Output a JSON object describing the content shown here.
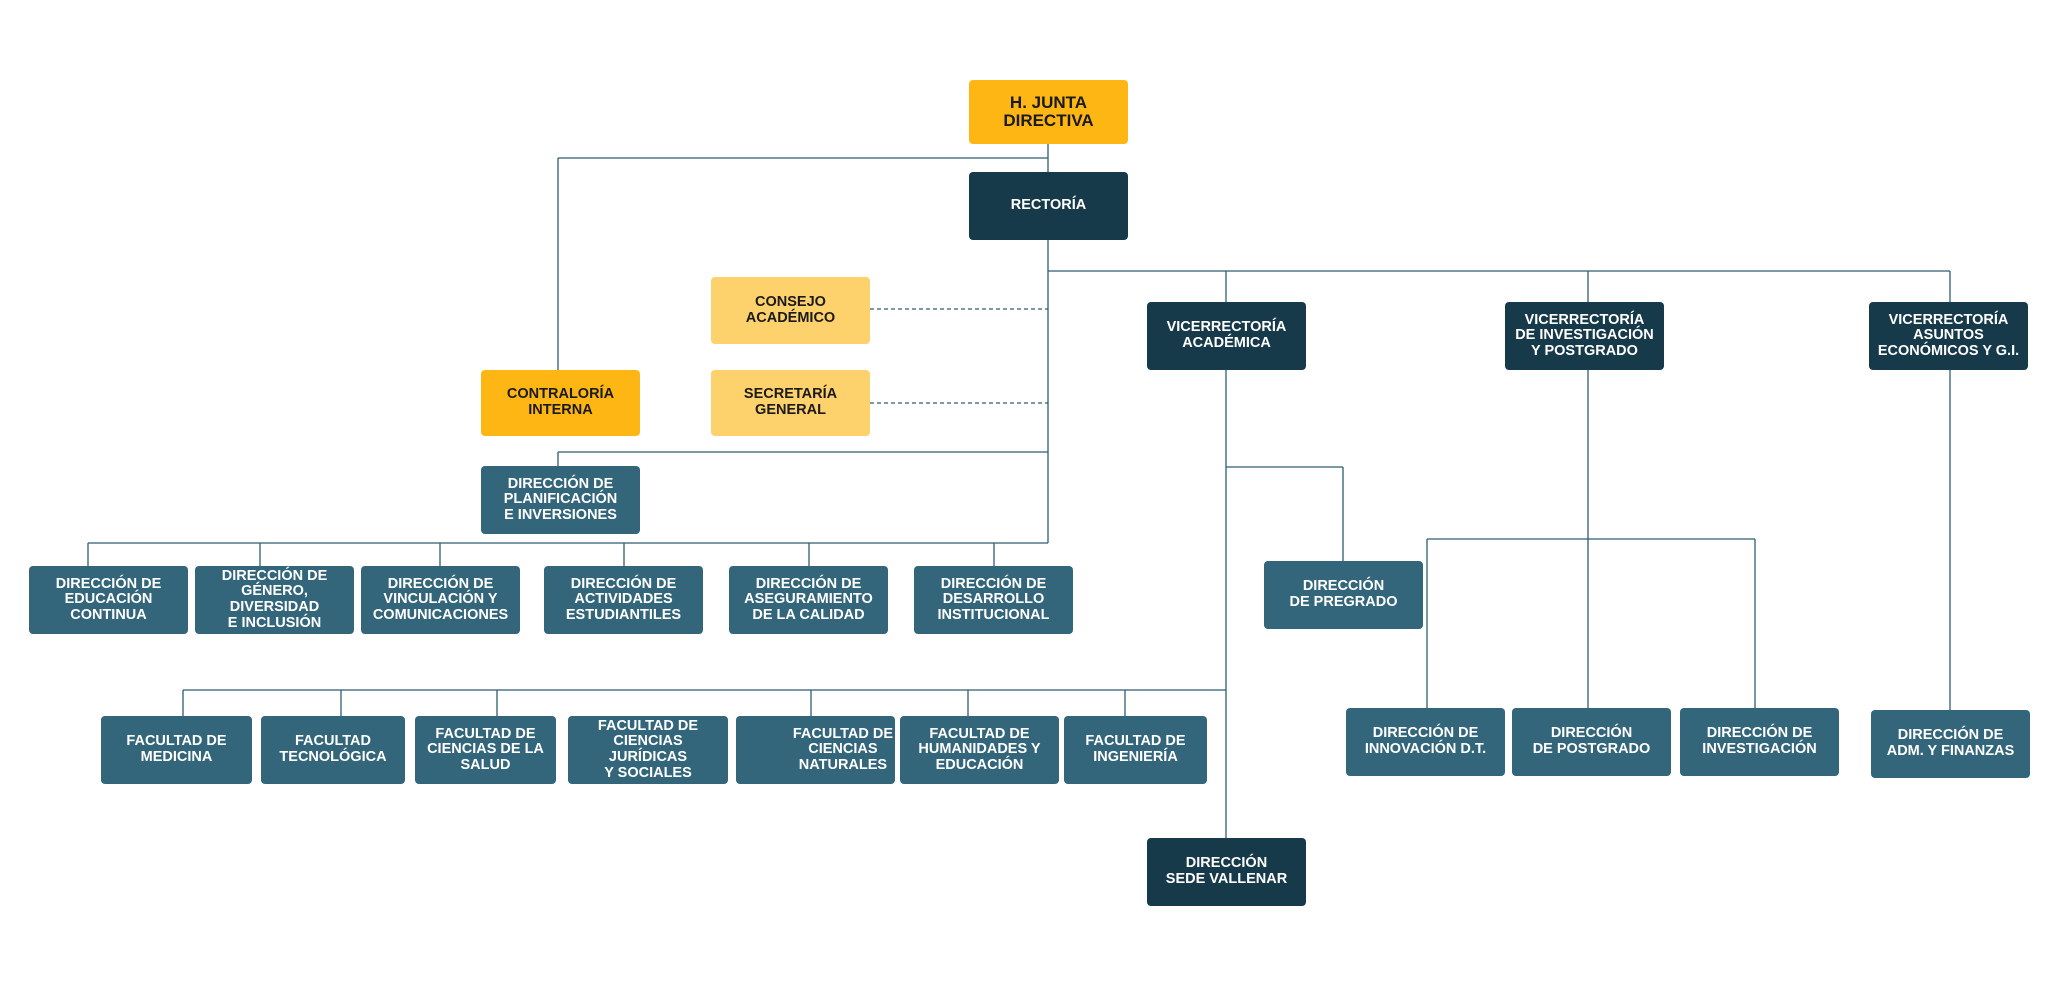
{
  "colors": {
    "dark": "#173a4a",
    "mid": "#33667a",
    "gold": "#fdb614",
    "gold_light": "#fdd16b",
    "line": "#2f5d70"
  },
  "nodes": {
    "junta": "H. JUNTA\nDIRECTIVA",
    "rectoria": "RECTORÍA",
    "consejo": "CONSEJO\nACADÉMICO",
    "secretaria": "SECRETARÍA\nGENERAL",
    "contraloria": "CONTRALORÍA\nINTERNA",
    "planificacion": "DIRECCIÓN DE\nPLANIFICACIÓN\nE INVERSIONES",
    "educacion_continua": "DIRECCIÓN DE\nEDUCACIÓN\nCONTINUA",
    "genero": "DIRECCIÓN DE\nGÉNERO, DIVERSIDAD\nE INCLUSIÓN",
    "vinculacion": "DIRECCIÓN DE\nVINCULACIÓN Y\nCOMUNICACIONES",
    "actividades": "DIRECCIÓN DE\nACTIVIDADES\nESTUDIANTILES",
    "aseguramiento": "DIRECCIÓN DE\nASEGURAMIENTO\nDE LA CALIDAD",
    "desarrollo": "DIRECCIÓN DE\nDESARROLLO\nINSTITUCIONAL",
    "vice_academica": "VICERRECTORÍA\nACADÉMICA",
    "vice_investigacion": "VICERRECTORÍA\nDE INVESTIGACIÓN\nY POSTGRADO",
    "vice_economicos": "VICERRECTORÍA\nASUNTOS\nECONÓMICOS Y G.I.",
    "pregrado": "DIRECCIÓN\nDE PREGRADO",
    "fac_medicina": "FACULTAD DE\nMEDICINA",
    "fac_tecnologica": "FACULTAD\nTECNOLÓGICA",
    "fac_salud": "FACULTAD DE\nCIENCIAS DE LA\nSALUD",
    "fac_juridicas": "FACULTAD DE\nCIENCIAS JURÍDICAS\nY SOCIALES",
    "fac_naturales": "FACULTAD DE\nCIENCIAS\nNATURALES",
    "fac_humanidades": "FACULTAD DE\nHUMANIDADES Y\nEDUCACIÓN",
    "fac_ingenieria": "FACULTAD DE\nINGENIERÍA",
    "sede_vallenar": "DIRECCIÓN\nSEDE VALLENAR",
    "innovacion": "DIRECCIÓN DE\nINNOVACIÓN D.T.",
    "postgrado": "DIRECCIÓN\nDE POSTGRADO",
    "investigacion": "DIRECCIÓN DE\nINVESTIGACIÓN",
    "adm_finanzas": "DIRECCIÓN DE\nADM. Y FINANZAS"
  }
}
